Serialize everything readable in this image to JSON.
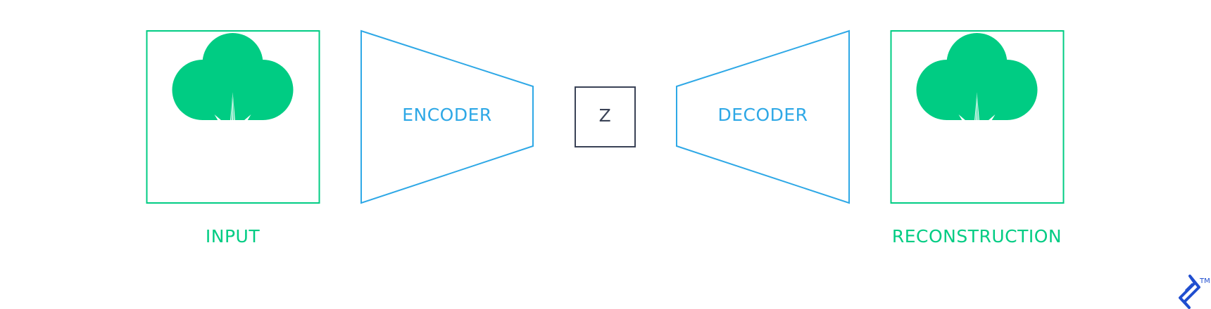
{
  "labels": {
    "input": "INPUT",
    "encoder": "ENCODER",
    "latent": "Z",
    "decoder": "DECODER",
    "reconstruction": "RECONSTRUCTION"
  },
  "logo": {
    "trademark": "TM"
  },
  "icons": {
    "input_image": "tree-icon",
    "reconstruction_image": "tree-icon",
    "brand": "toptal-logo-icon"
  },
  "colors": {
    "green": "#00CC83",
    "blue": "#2EA8E6",
    "navy": "#3A4256",
    "brand_blue": "#204ECF"
  }
}
